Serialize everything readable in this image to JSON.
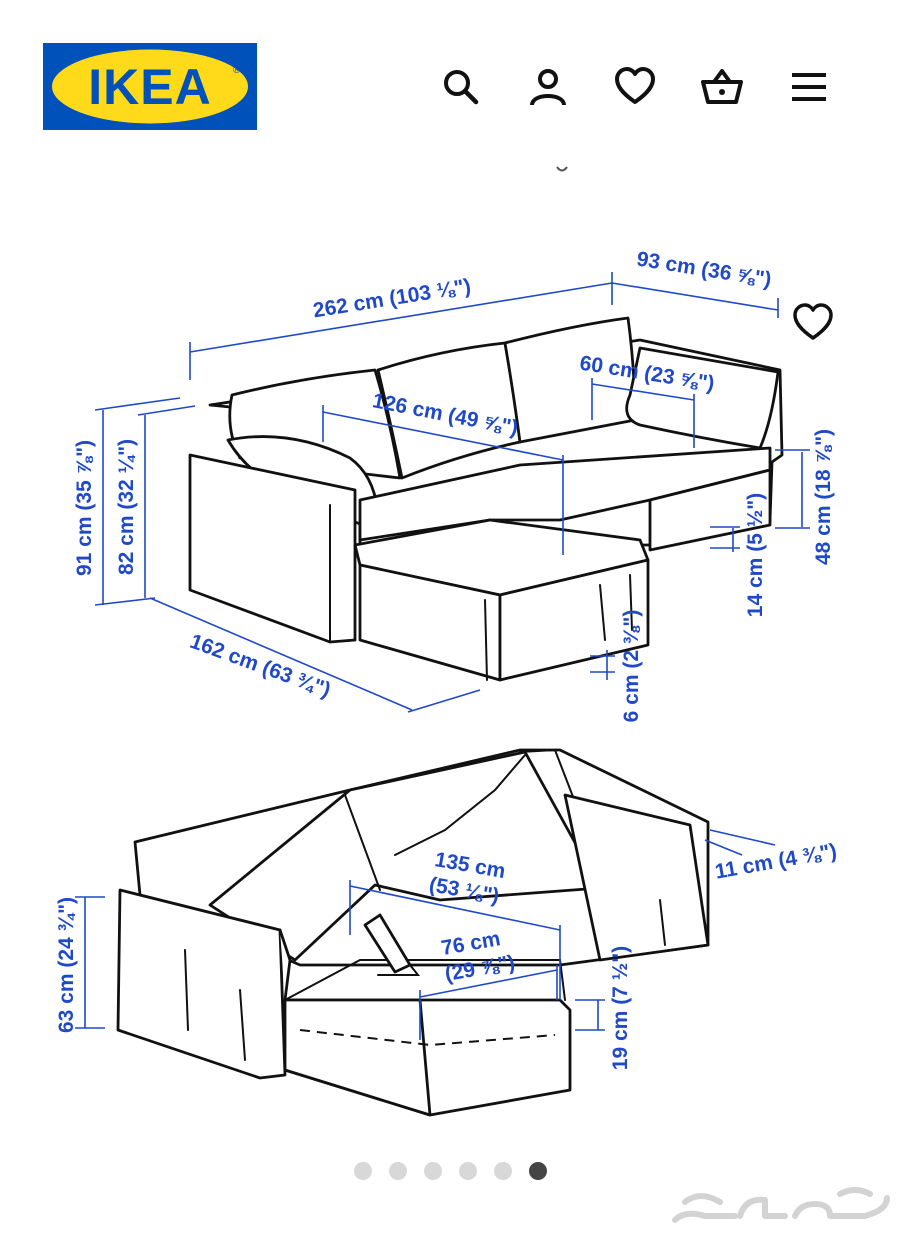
{
  "header": {
    "logo_text": "IKEA",
    "logo_colors": {
      "blue": "#0051ba",
      "yellow": "#ffda1a"
    },
    "icons": [
      "search-icon",
      "account-icon",
      "favorites-icon",
      "shopping-basket-icon",
      "menu-icon"
    ]
  },
  "product_image": {
    "dimensions_top": [
      "262 cm (103 ⅛\")",
      "93 cm (36 ⅝\")",
      "60 cm (23 ⅝\")",
      "126 cm (49 ⅝\")",
      "91 cm (35 ⅞\")",
      "82 cm (32 ¼\")",
      "48 cm (18 ⅞\")",
      "14 cm (5 ½\")",
      "162 cm (63 ¾\")",
      "6 cm (2 ⅜\")"
    ],
    "dimensions_bottom": [
      "11 cm (4 ⅜\")",
      "135 cm",
      "(53 ⅛\")",
      "76 cm",
      "(29 ⅞\")",
      "63 cm (24 ¾\")",
      "19 cm (7 ½\")"
    ],
    "dimension_color": "#1f49c9"
  },
  "gallery": {
    "total_images": 6,
    "active_index": 6
  },
  "watermark": {
    "text": "حراج"
  }
}
